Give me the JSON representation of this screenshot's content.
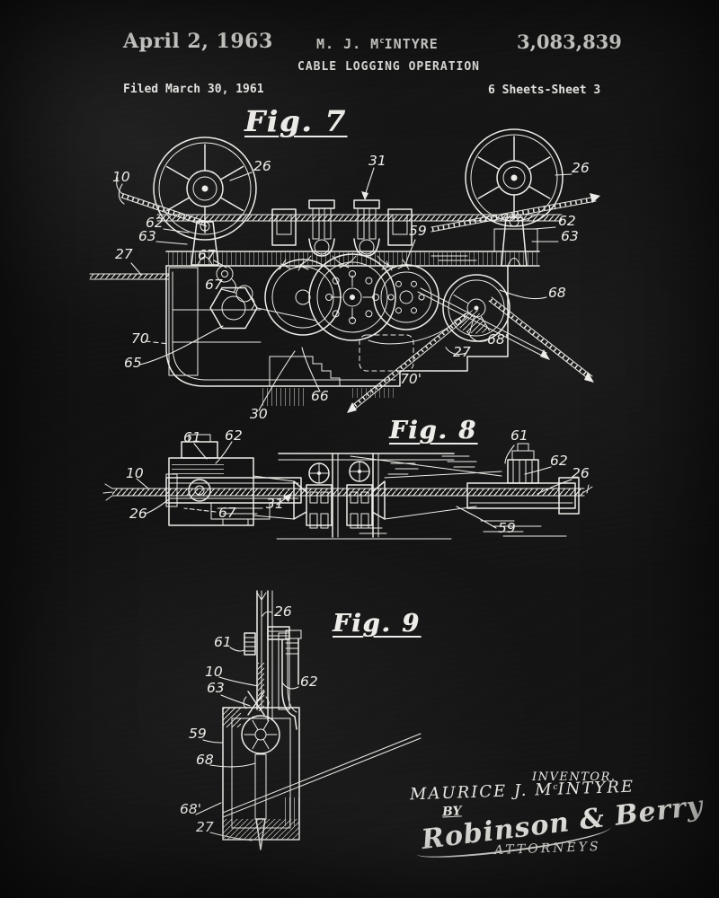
{
  "header": {
    "date": "April 2, 1963",
    "inventor_prefix": "M. J. M",
    "inventor_sup": "c",
    "inventor_suffix": "INTYRE",
    "patent_number": "3,083,839",
    "doc_title": "CABLE LOGGING OPERATION",
    "filed": "Filed March 30, 1961",
    "sheet_info": "6 Sheets-Sheet 3"
  },
  "figures": {
    "fig7": {
      "title": "Fig. 7",
      "refs": {
        "r10": "10",
        "r26l": "26",
        "r31": "31",
        "r26r": "26",
        "r62l": "62",
        "r63l": "63",
        "r62r": "62",
        "r63r": "63",
        "r27l": "27",
        "r67a": "67",
        "r67b": "67",
        "r59": "59",
        "r68": "68",
        "r68p": "68'",
        "r27m": "27",
        "r70": "70",
        "r70p": "70'",
        "r65": "65",
        "r30": "30",
        "r66": "66"
      }
    },
    "fig8": {
      "title": "Fig. 8",
      "refs": {
        "r61l": "61",
        "r62l": "62",
        "r10": "10",
        "r26l": "26",
        "r67": "67",
        "r31": "31",
        "r61r": "61",
        "r62r": "62",
        "r26r": "26",
        "r59": "59"
      }
    },
    "fig9": {
      "title": "Fig. 9",
      "refs": {
        "r26": "26",
        "r61": "61",
        "r10": "10",
        "r63": "63",
        "r62": "62",
        "r59": "59",
        "r68": "68",
        "r68p": "68'",
        "r27": "27"
      }
    }
  },
  "footer": {
    "inventor_caption": "INVENTOR.",
    "name_prefix": "MAURICE J. M",
    "name_sup": "c",
    "name_suffix": "INTYRE",
    "by_label": "BY",
    "signature": "Robinson & Berry",
    "attorneys_label": "ATTORNEYS"
  },
  "colors": {
    "ink": "#edece8",
    "background": "#141414"
  }
}
